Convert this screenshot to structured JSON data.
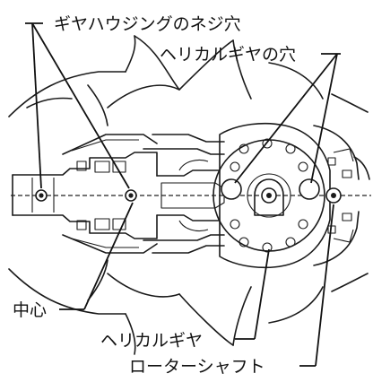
{
  "labels": {
    "gear_housing_screw_holes": "ギヤハウジングのネジ穴",
    "helical_gear_holes": "ヘリカルギヤの穴",
    "center": "中心",
    "helical_gear": "ヘリカルギヤ",
    "rotor_shaft": "ローターシャフト"
  }
}
